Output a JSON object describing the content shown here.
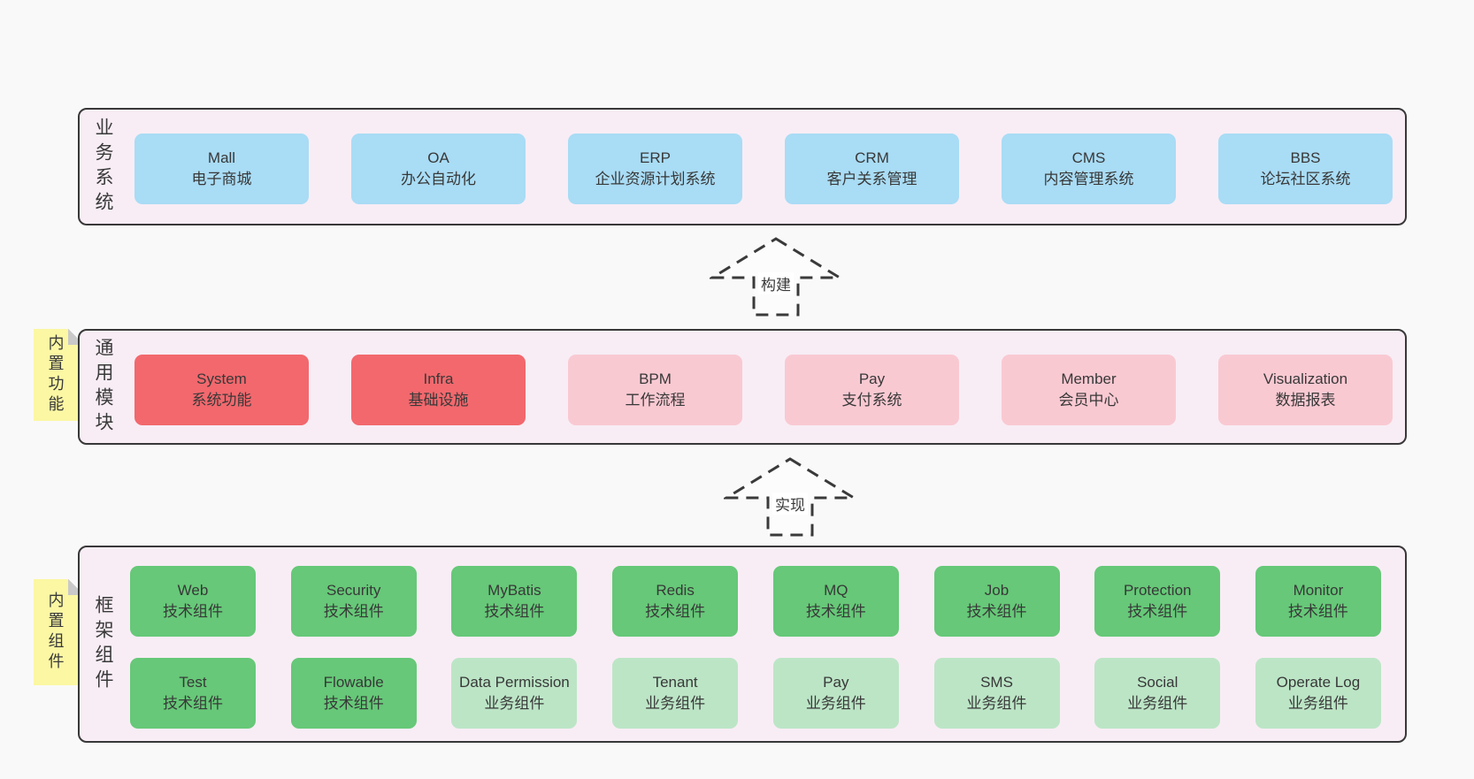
{
  "colors": {
    "page_bg": "#f9f9f9",
    "band_bg": "#f8edf5",
    "band_border": "#383838",
    "blue": "#a9dcf5",
    "red": "#f2686d",
    "pink": "#f9c9d2",
    "green": "#66c878",
    "light_green": "#bce5c6",
    "note_yellow": "#fbf7a3",
    "note_fold_gray": "#c9c9c9",
    "text": "#3a3a3a"
  },
  "bands": [
    {
      "label": "业务系统",
      "rows": [
        [
          {
            "name": "Mall",
            "desc": "电子商城"
          },
          {
            "name": "OA",
            "desc": "办公自动化"
          },
          {
            "name": "ERP",
            "desc": "企业资源计划系统"
          },
          {
            "name": "CRM",
            "desc": "客户关系管理"
          },
          {
            "name": "CMS",
            "desc": "内容管理系统"
          },
          {
            "name": "BBS",
            "desc": "论坛社区系统"
          }
        ]
      ]
    },
    {
      "label": "通用模块",
      "note": "内置功能",
      "rows": [
        [
          {
            "name": "System",
            "desc": "系统功能"
          },
          {
            "name": "Infra",
            "desc": "基础设施"
          },
          {
            "name": "BPM",
            "desc": "工作流程"
          },
          {
            "name": "Pay",
            "desc": "支付系统"
          },
          {
            "name": "Member",
            "desc": "会员中心"
          },
          {
            "name": "Visualization",
            "desc": "数据报表"
          }
        ]
      ]
    },
    {
      "label": "框架组件",
      "note": "内置组件",
      "rows": [
        [
          {
            "name": "Web",
            "desc": "技术组件"
          },
          {
            "name": "Security",
            "desc": "技术组件"
          },
          {
            "name": "MyBatis",
            "desc": "技术组件"
          },
          {
            "name": "Redis",
            "desc": "技术组件"
          },
          {
            "name": "MQ",
            "desc": "技术组件"
          },
          {
            "name": "Job",
            "desc": "技术组件"
          },
          {
            "name": "Protection",
            "desc": "技术组件"
          },
          {
            "name": "Monitor",
            "desc": "技术组件"
          }
        ],
        [
          {
            "name": "Test",
            "desc": "技术组件"
          },
          {
            "name": "Flowable",
            "desc": "技术组件"
          },
          {
            "name": "Data Permission",
            "desc": "业务组件"
          },
          {
            "name": "Tenant",
            "desc": "业务组件"
          },
          {
            "name": "Pay",
            "desc": "业务组件"
          },
          {
            "name": "SMS",
            "desc": "业务组件"
          },
          {
            "name": "Social",
            "desc": "业务组件"
          },
          {
            "name": "Operate Log",
            "desc": "业务组件"
          }
        ]
      ]
    }
  ],
  "arrows": [
    {
      "label": "构建"
    },
    {
      "label": "实现"
    }
  ]
}
